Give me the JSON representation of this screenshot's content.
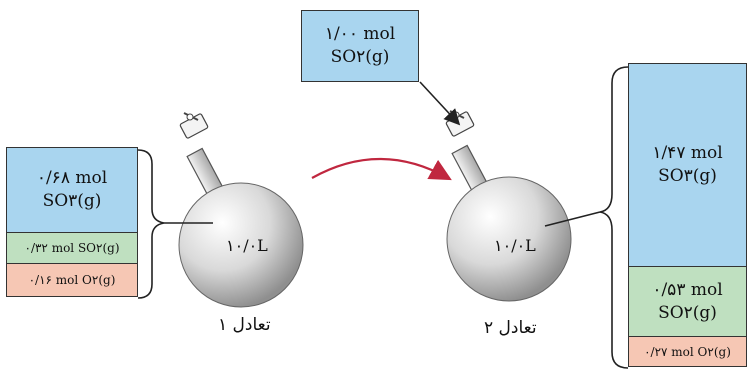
{
  "added": {
    "amount": "۱/۰۰ mol",
    "species": "SO۲(g)"
  },
  "equilibrium_1": {
    "volume": "۱۰/۰L",
    "caption": "تعادل ۱",
    "so3_amount": "۰/۶۸ mol",
    "so3_species": "SO۳(g)",
    "so2": "۰/۳۲ mol SO۲(g)",
    "o2": "۰/۱۶ mol O۲(g)"
  },
  "equilibrium_2": {
    "volume": "۱۰/۰L",
    "caption": "تعادل ۲",
    "so3_amount": "۱/۴۷ mol",
    "so3_species": "SO۳(g)",
    "so2_amount": "۰/۵۳ mol",
    "so2_species": "SO۲(g)",
    "o2": "۰/۲۷ mol O۲(g)"
  },
  "colors": {
    "so3_box": "#a9d5ef",
    "so2_box": "#bfe0c0",
    "o2_box": "#f6c7b4",
    "transition_arrow": "#c0273f"
  }
}
